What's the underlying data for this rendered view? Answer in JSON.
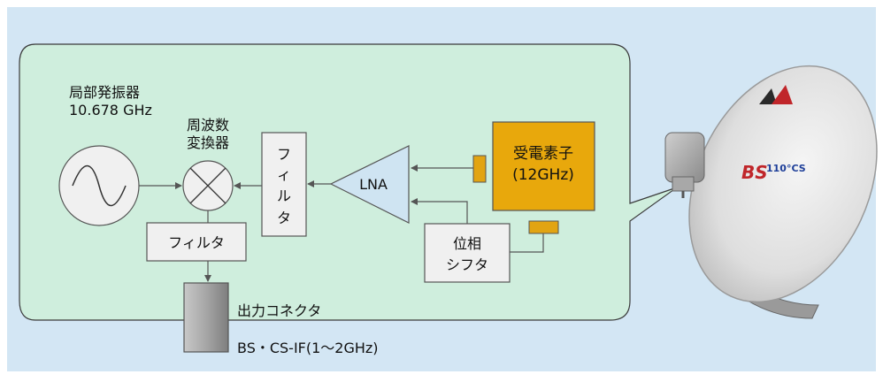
{
  "oscillator": {
    "label_line1": "局部発振器",
    "label_line2": "10.678 GHz"
  },
  "mixer": {
    "label_line1": "周波数",
    "label_line2": "変換器"
  },
  "filter_vertical": {
    "chars": [
      "フ",
      "ィ",
      "ル",
      "タ"
    ]
  },
  "filter_horizontal": {
    "label": "フィルタ"
  },
  "lna": {
    "label": "LNA"
  },
  "receiver": {
    "label_line1": "受電素子",
    "label_line2": "(12GHz)"
  },
  "phase_shifter": {
    "label_line1": "位相",
    "label_line2": "シフタ"
  },
  "output_connector": {
    "label": "出力コネクタ",
    "signal": "BS・CS-IF(1～2GHz)"
  },
  "dish": {
    "logo_text": "BS",
    "logo_sub": "110°CS"
  },
  "colors": {
    "background": "#d3e6f4",
    "panel": "#cfeedd",
    "block": "#f0f0f0",
    "receiver": "#e8a80c",
    "receiver_patch": "#e2a412",
    "connector": "#9e9e9e",
    "dish": "#e6e6e6"
  }
}
